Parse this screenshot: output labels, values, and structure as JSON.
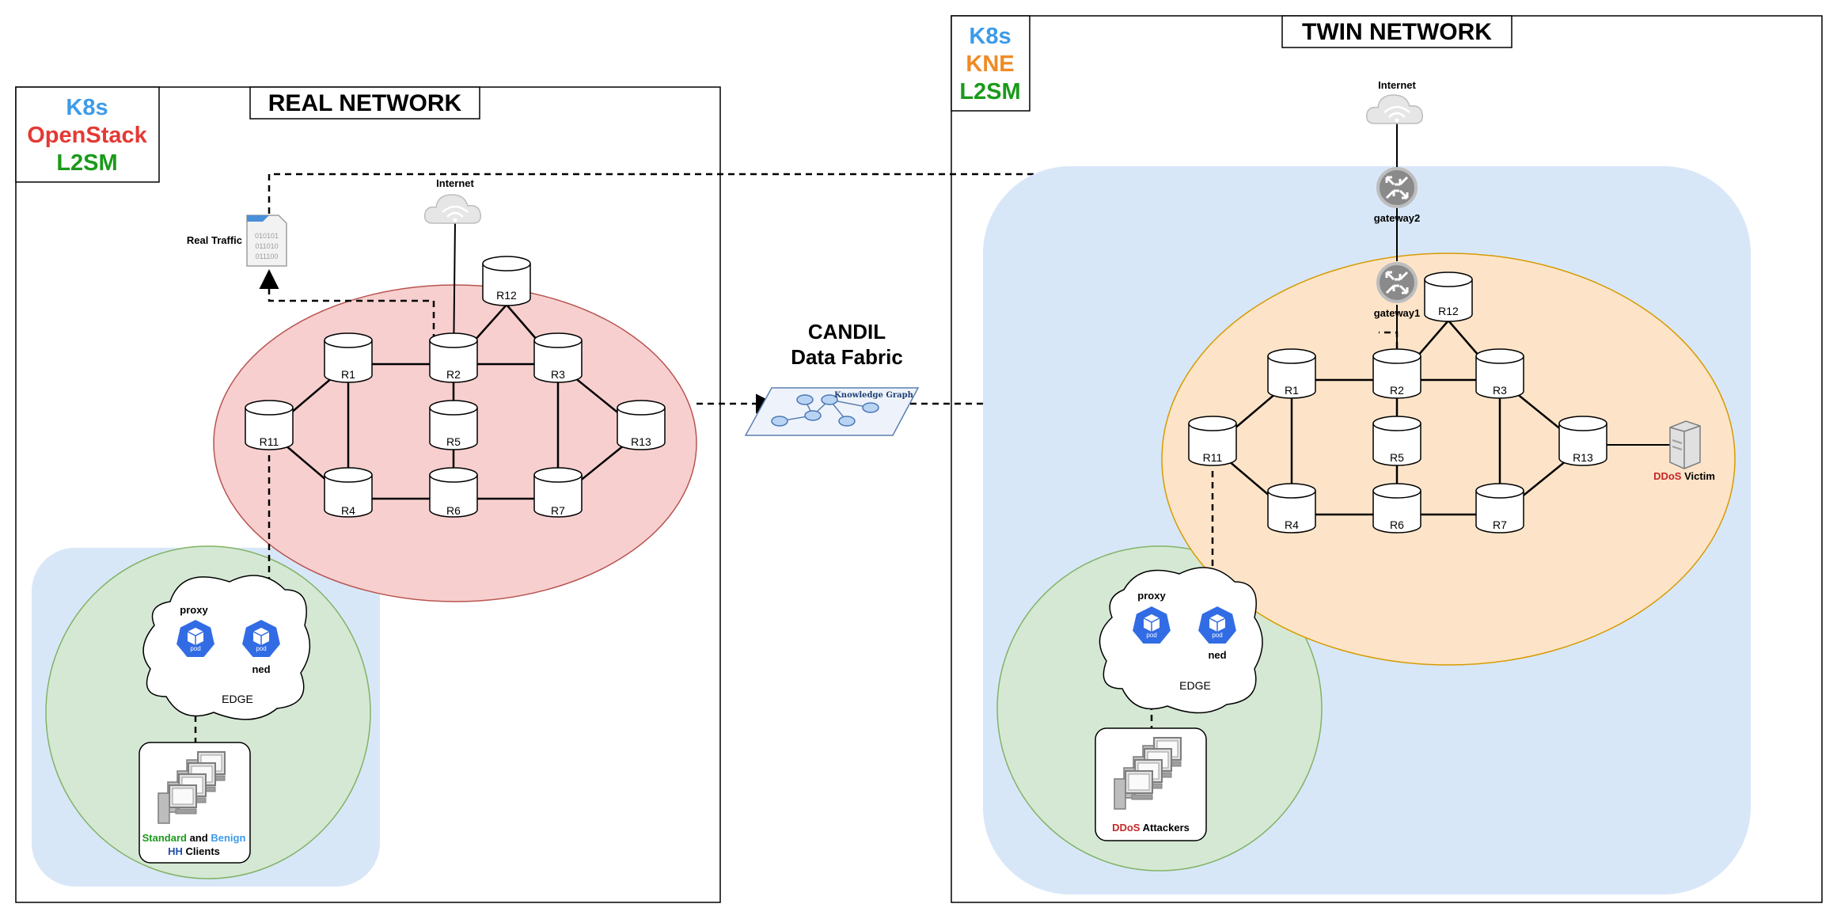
{
  "real": {
    "title": "REAL NETWORK",
    "stack": [
      "K8s",
      "OpenStack",
      "L2SM"
    ],
    "internet": "Internet",
    "real_traffic": "Real Traffic",
    "traffic_bits": [
      "010101",
      "011010",
      "011100"
    ],
    "routers": [
      "R1",
      "R2",
      "R3",
      "R4",
      "R5",
      "R6",
      "R7",
      "R11",
      "R12",
      "R13"
    ],
    "proxy": "proxy",
    "ned": "ned",
    "edge": "EDGE",
    "pod": "pod",
    "clients": {
      "standard": "Standard",
      "and": "and",
      "benign": "Benign",
      "hh": "HH",
      "clients": "Clients"
    }
  },
  "twin": {
    "title": "TWIN NETWORK",
    "stack": [
      "K8s",
      "KNE",
      "L2SM"
    ],
    "internet": "Internet",
    "gateway2": "gateway2",
    "gateway1": "gateway1",
    "routers": [
      "R1",
      "R2",
      "R3",
      "R4",
      "R5",
      "R6",
      "R7",
      "R11",
      "R12",
      "R13"
    ],
    "proxy": "proxy",
    "ned": "ned",
    "edge": "EDGE",
    "pod": "pod",
    "attackers": {
      "ddos": "DDoS",
      "label": "Attackers"
    },
    "victim": {
      "ddos": "DDoS",
      "label": "Victim"
    }
  },
  "center": {
    "title_line1": "CANDIL",
    "title_line2": "Data Fabric",
    "kg_label": "Knowledge Graph"
  },
  "colors": {
    "k8s": "#3d9be9",
    "openstack": "#e53935",
    "kne": "#f08a24",
    "l2sm": "#1a9a1a",
    "real_ellipse": "#f7cfcf",
    "twin_ellipse": "#fde4c8",
    "blue_region": "#d8e7f8",
    "green_region": "#d5e8d4",
    "pod_blue": "#326ce5"
  }
}
